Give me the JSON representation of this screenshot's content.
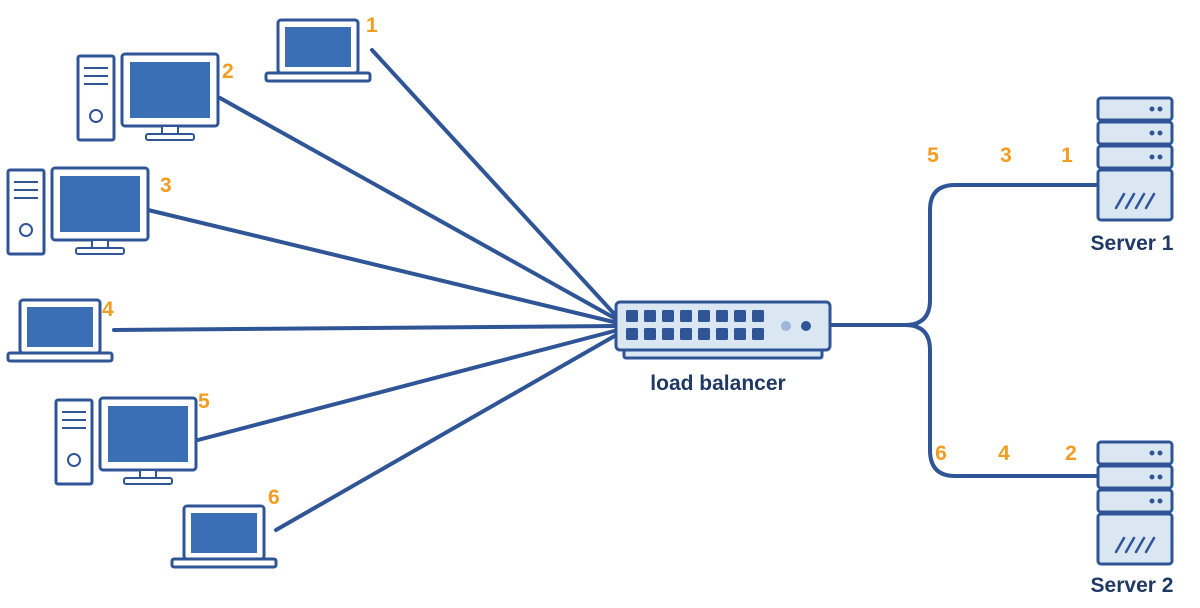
{
  "colors": {
    "line": "#2f5597",
    "device_stroke": "#2f5597",
    "screen_fill": "#3a6fb5",
    "device_fill": "#ffffff",
    "server_fill": "#dbe6f3",
    "number": "#f39c1f",
    "label": "#1f3864"
  },
  "clients": [
    {
      "number": "1",
      "device": "laptop-icon"
    },
    {
      "number": "2",
      "device": "desktop-icon"
    },
    {
      "number": "3",
      "device": "desktop-icon"
    },
    {
      "number": "4",
      "device": "laptop-icon"
    },
    {
      "number": "5",
      "device": "desktop-icon"
    },
    {
      "number": "6",
      "device": "laptop-icon"
    }
  ],
  "load_balancer": {
    "label": "load balancer",
    "icon": "network-switch-icon"
  },
  "servers": [
    {
      "label": "Server 1",
      "icon": "server-icon",
      "sequence": [
        "5",
        "3",
        "1"
      ]
    },
    {
      "label": "Server 2",
      "icon": "server-icon",
      "sequence": [
        "6",
        "4",
        "2"
      ]
    }
  ]
}
